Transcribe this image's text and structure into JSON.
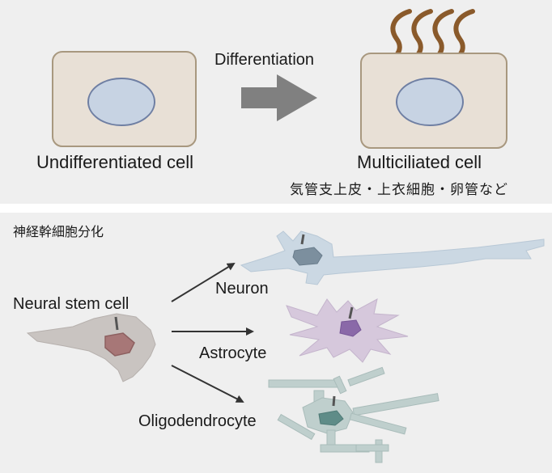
{
  "top": {
    "process_label": "Differentiation",
    "left_cell_label": "Undifferentiated cell",
    "right_cell_label": "Multiciliated cell",
    "right_cell_examples": "気管支上皮・上衣細胞・卵管など"
  },
  "bottom": {
    "section_title": "神経幹細胞分化",
    "source_label": "Neural stem cell",
    "targets": [
      "Neuron",
      "Astrocyte",
      "Oligodendrocyte"
    ]
  },
  "colors": {
    "panel_bg": "#efefef",
    "cell_fill": "#e8e0d6",
    "cell_border": "#a8987f",
    "nucleus_fill": "#c7d3e3",
    "nucleus_border": "#6f7fa3",
    "cilia": "#8a5a2b",
    "arrow_gray": "#808080",
    "stem_cell": "#c9c4c1",
    "neuron": "#cbd8e3",
    "astrocyte": "#d6c8dc",
    "oligodendrocyte": "#bfcfcd"
  }
}
